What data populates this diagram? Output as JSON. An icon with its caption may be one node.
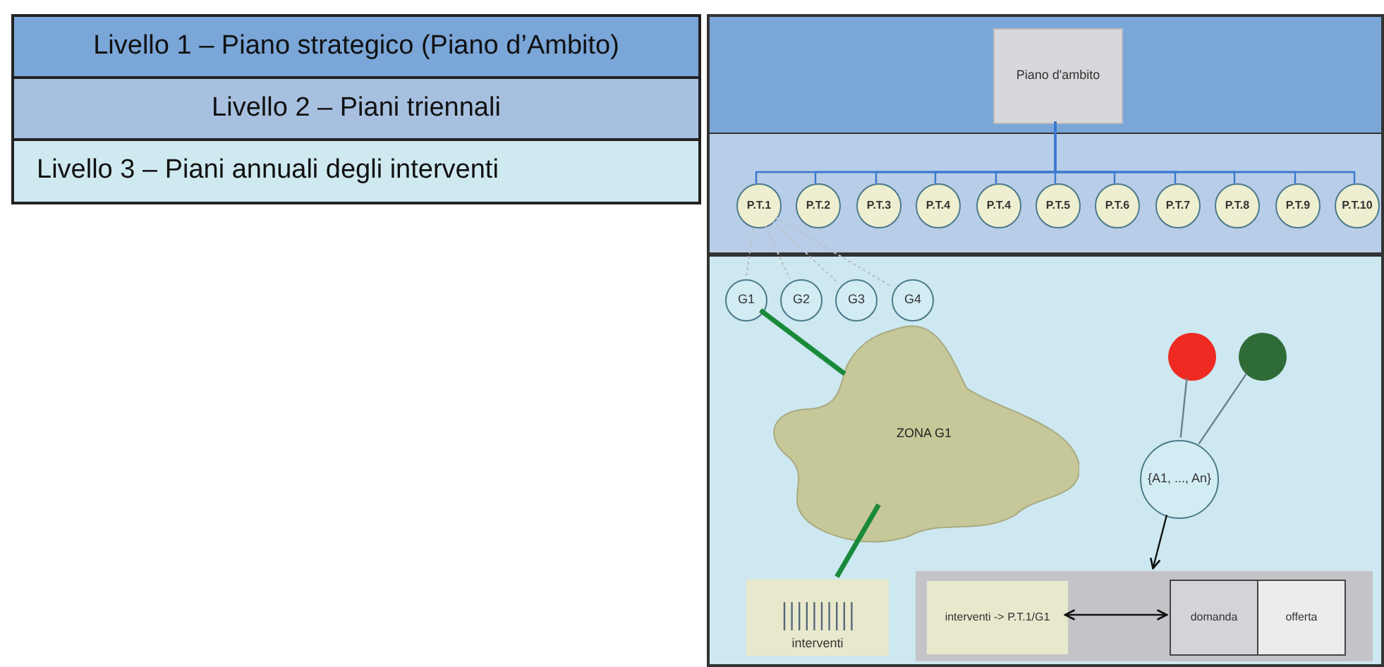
{
  "diagram": {
    "nodes": [
      {
        "text": [
          "Livello 1 – Piano strategico (Piano d’Ambito)"
        ]
      },
      {
        "text": [
          "Livello 2 – Piani triennali"
        ]
      },
      {
        "text": [
          "Livello 3 – Piani annuali degli interventi"
        ]
      },
      {
        "text": [],
        "shape": "band"
      },
      {
        "text": [],
        "shape": "band"
      },
      {
        "text": [],
        "shape": "band"
      },
      {
        "text": [
          "Piano d'ambito"
        ],
        "in": 3
      },
      {
        "text": [
          "P.T.1"
        ],
        "in": 4
      },
      {
        "text": [
          "P.T.2"
        ],
        "in": 4
      },
      {
        "text": [
          "P.T.3"
        ],
        "in": 4
      },
      {
        "text": [
          "P.T.4"
        ],
        "in": 4
      },
      {
        "text": [
          "P.T.4"
        ],
        "in": 4
      },
      {
        "text": [
          "P.T.5"
        ],
        "in": 4
      },
      {
        "text": [
          "P.T.6"
        ],
        "in": 4
      },
      {
        "text": [
          "P.T.7"
        ],
        "in": 4
      },
      {
        "text": [
          "P.T.8"
        ],
        "in": 4
      },
      {
        "text": [
          "P.T.9"
        ],
        "in": 4
      },
      {
        "text": [
          "P.T.10"
        ],
        "in": 4
      },
      {
        "text": [
          "G1"
        ],
        "in": 5
      },
      {
        "text": [
          "G2"
        ],
        "in": 5
      },
      {
        "text": [
          "G3"
        ],
        "in": 5
      },
      {
        "text": [
          "G4"
        ],
        "in": 5
      },
      {
        "text": [
          "ZONA G1"
        ],
        "in": 5
      },
      {
        "text": [
          "interventi"
        ],
        "in": 5
      },
      {
        "text": [],
        "shape": "circle",
        "in": 5
      },
      {
        "text": [],
        "shape": "circle",
        "in": 5
      },
      {
        "text": [
          "{A1, ..., An}"
        ],
        "in": 5
      },
      {
        "text": [],
        "shape": "box",
        "in": 5
      },
      {
        "text": [
          "interventi -> P.T.1/G1"
        ],
        "in": 27
      },
      {
        "text": [
          "domanda"
        ],
        "in": 27
      },
      {
        "text": [
          "offerta"
        ],
        "in": 27
      }
    ],
    "edges": [
      {
        "from": 6,
        "to": 7,
        "arrow": "none",
        "color": "#3a78d0"
      },
      {
        "from": 6,
        "to": 8,
        "arrow": "none",
        "color": "#3a78d0"
      },
      {
        "from": 6,
        "to": 9,
        "arrow": "none",
        "color": "#3a78d0"
      },
      {
        "from": 6,
        "to": 10,
        "arrow": "none",
        "color": "#3a78d0"
      },
      {
        "from": 6,
        "to": 11,
        "arrow": "none",
        "color": "#3a78d0"
      },
      {
        "from": 6,
        "to": 12,
        "arrow": "none",
        "color": "#3a78d0"
      },
      {
        "from": 6,
        "to": 13,
        "arrow": "none",
        "color": "#3a78d0"
      },
      {
        "from": 6,
        "to": 14,
        "arrow": "none",
        "color": "#3a78d0"
      },
      {
        "from": 6,
        "to": 15,
        "arrow": "none",
        "color": "#3a78d0"
      },
      {
        "from": 6,
        "to": 16,
        "arrow": "none",
        "color": "#3a78d0"
      },
      {
        "from": 6,
        "to": 17,
        "arrow": "none",
        "color": "#3a78d0"
      },
      {
        "from": 7,
        "to": 18,
        "arrow": "none",
        "style": "dashed",
        "color": "#b8c4cc"
      },
      {
        "from": 7,
        "to": 19,
        "arrow": "none",
        "style": "dashed",
        "color": "#b8c4cc"
      },
      {
        "from": 7,
        "to": 20,
        "arrow": "none",
        "style": "dashed",
        "color": "#b8c4cc"
      },
      {
        "from": 7,
        "to": 21,
        "arrow": "none",
        "style": "dashed",
        "color": "#b8c4cc"
      },
      {
        "from": 18,
        "to": 22,
        "arrow": "none",
        "style": "thick",
        "color": "#1a8a3a"
      },
      {
        "from": 22,
        "to": 23,
        "arrow": "none",
        "style": "thick",
        "color": "#1a8a3a"
      },
      {
        "from": 24,
        "to": 26,
        "arrow": "none",
        "color": "#6b7f8a"
      },
      {
        "from": 25,
        "to": 26,
        "arrow": "none",
        "color": "#6b7f8a"
      },
      {
        "from": 26,
        "to": 27,
        "arrow": "to",
        "color": "#111111"
      },
      {
        "from": 28,
        "to": 29,
        "arrow": "both",
        "color": "#111111"
      }
    ]
  }
}
